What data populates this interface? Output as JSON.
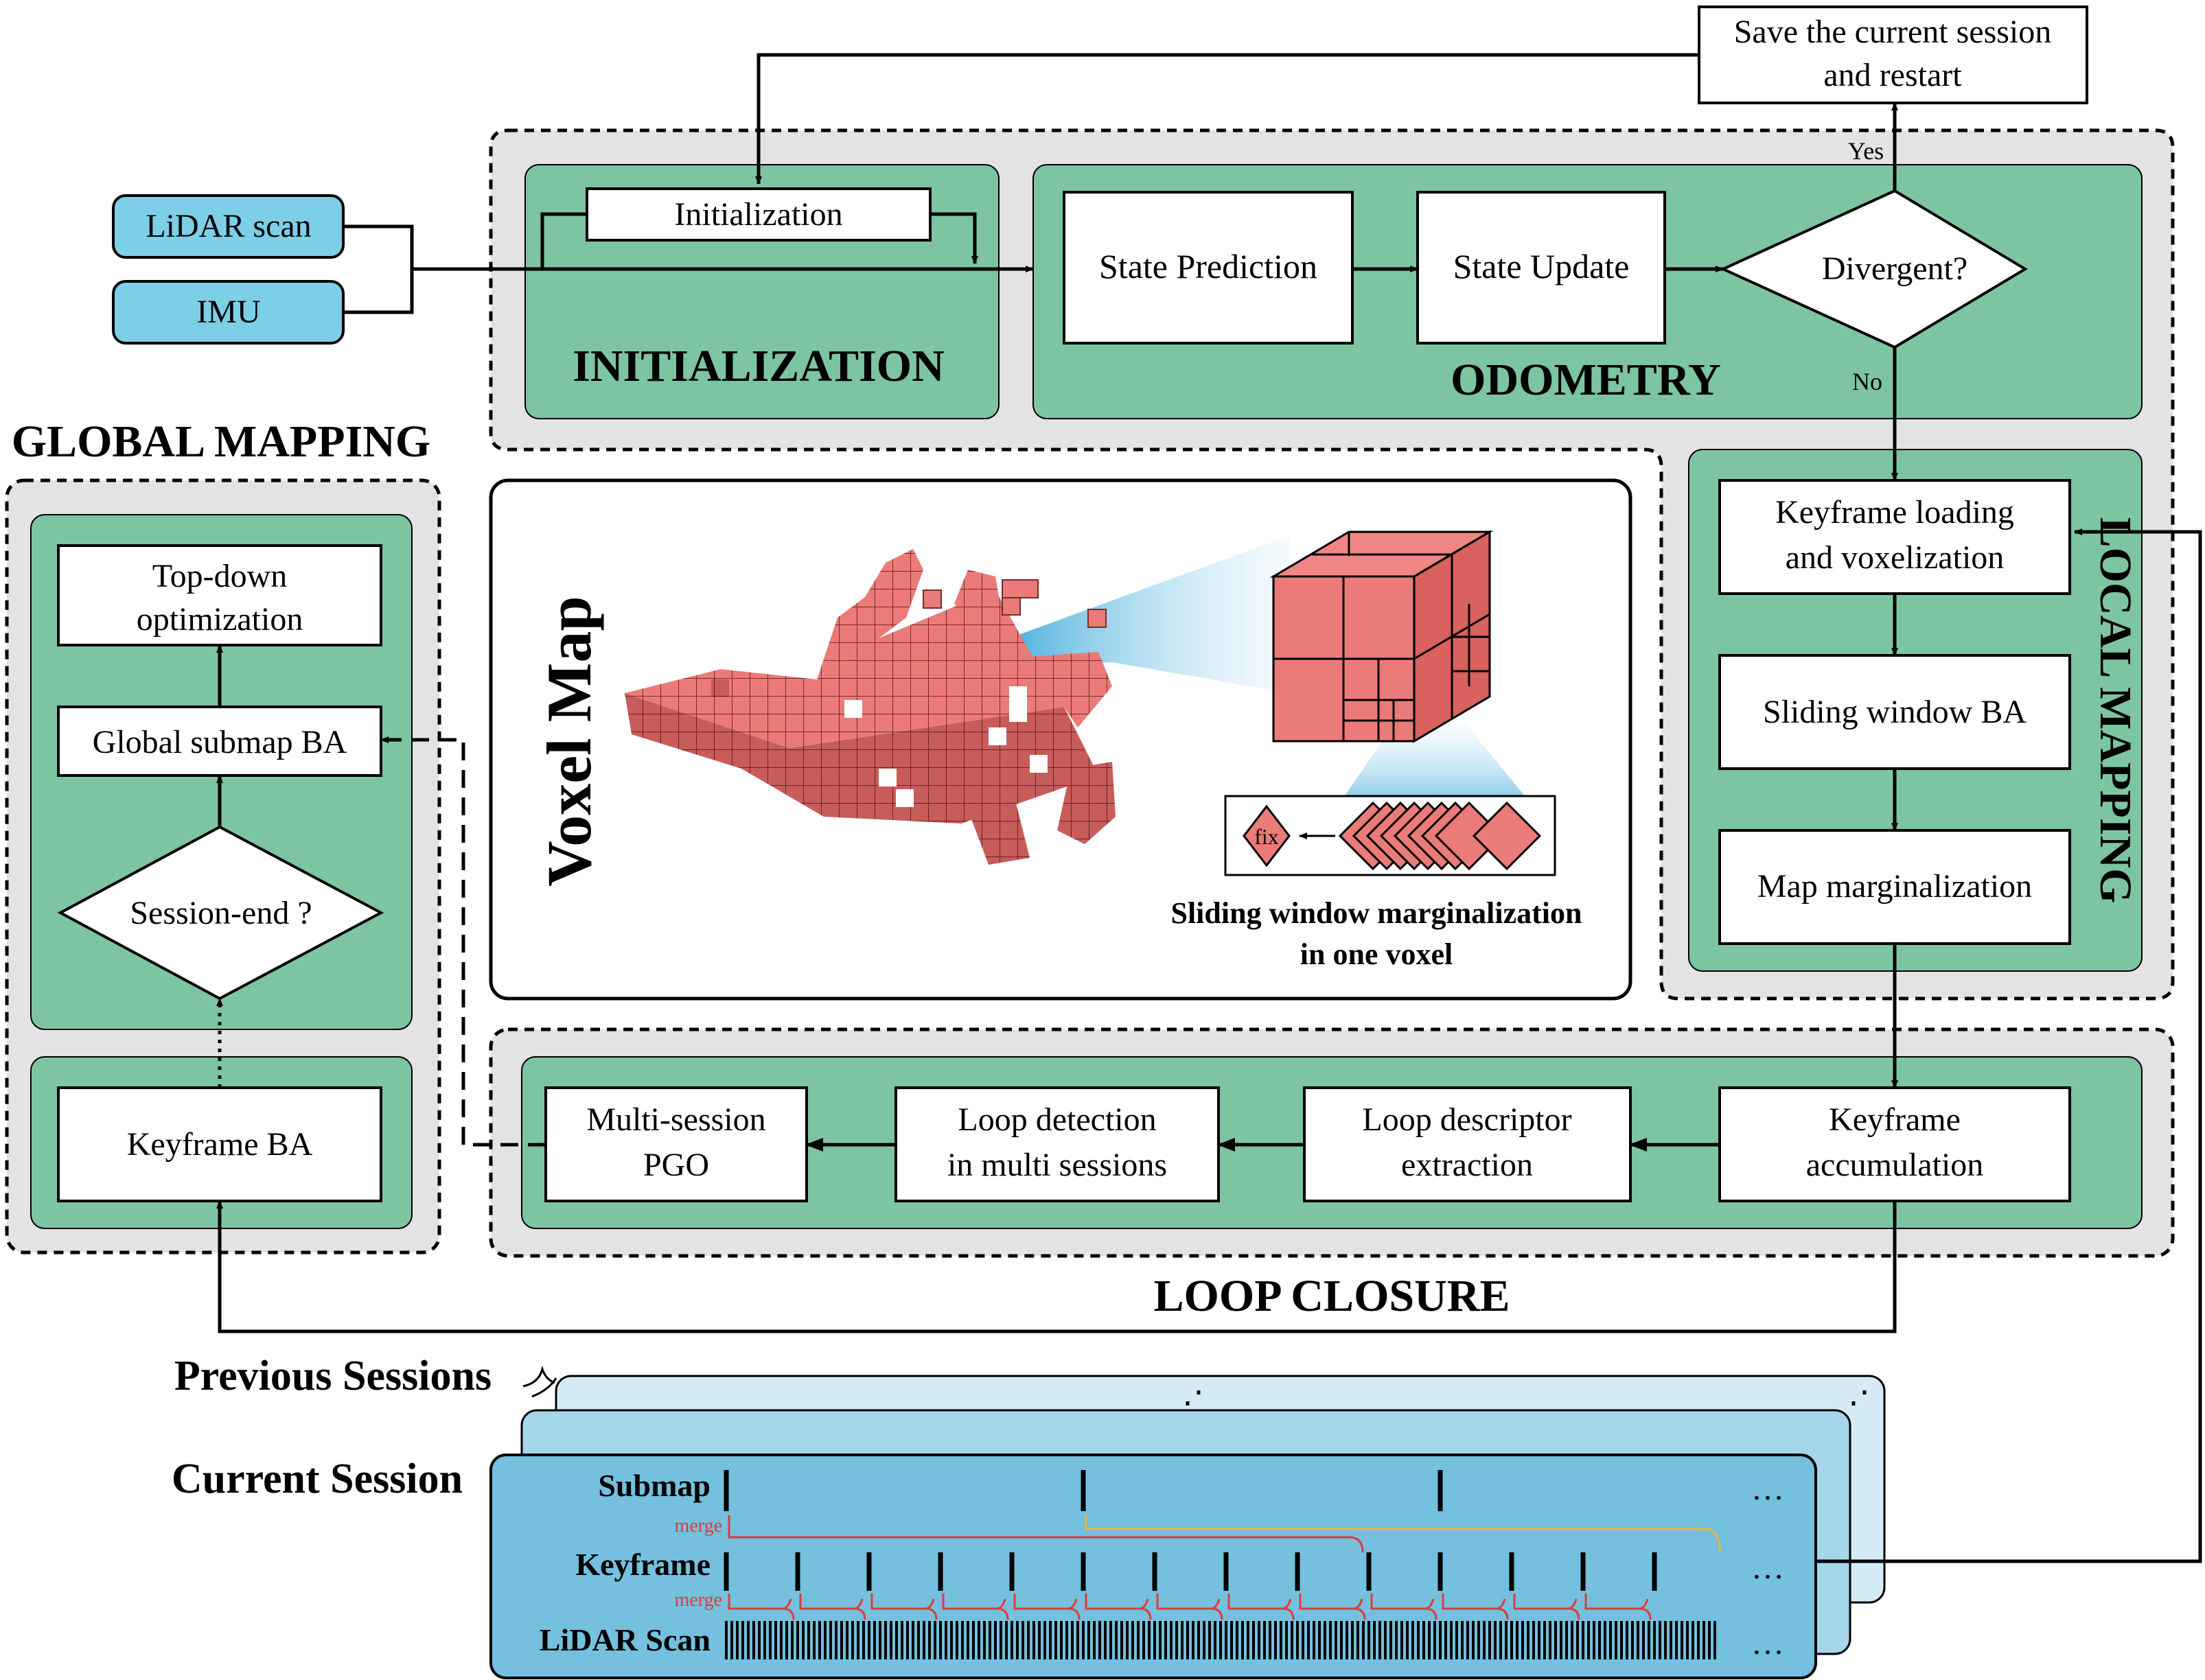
{
  "inputs": {
    "lidar_scan": "LiDAR scan",
    "imu": "IMU"
  },
  "save_restart": {
    "line1": "Save the current session",
    "line2": "and restart"
  },
  "initialization": {
    "box": "Initialization",
    "label": "INITIALIZATION"
  },
  "odometry": {
    "state_prediction": "State Prediction",
    "state_update": "State Update",
    "divergent": "Divergent?",
    "yes": "Yes",
    "no": "No",
    "label": "ODOMETRY"
  },
  "global_mapping": {
    "title": "GLOBAL MAPPING",
    "top_down_line1": "Top-down",
    "top_down_line2": "optimization",
    "global_submap_ba": "Global submap BA",
    "session_end": "Session-end ?",
    "keyframe_ba": "Keyframe BA"
  },
  "voxel_map": {
    "title": "Voxel Map",
    "fix": "fix",
    "caption_line1": "Sliding window marginalization",
    "caption_line2": "in one voxel"
  },
  "local_mapping": {
    "label": "LOCAL MAPPING",
    "keyframe_loading_line1": "Keyframe loading",
    "keyframe_loading_line2": "and voxelization",
    "sliding_window_ba": "Sliding window BA",
    "map_marginalization": "Map marginalization"
  },
  "loop_closure": {
    "label": "LOOP CLOSURE",
    "multi_session_line1": "Multi-session",
    "multi_session_line2": "PGO",
    "loop_detection_line1": "Loop detection",
    "loop_detection_line2": "in multi sessions",
    "loop_descriptor_line1": "Loop descriptor",
    "loop_descriptor_line2": "extraction",
    "keyframe_acc_line1": "Keyframe",
    "keyframe_acc_line2": "accumulation"
  },
  "sessions": {
    "previous": "Previous Sessions",
    "current": "Current Session",
    "submap": "Submap",
    "keyframe": "Keyframe",
    "lidar_scan": "LiDAR Scan",
    "merge": "merge",
    "ellipsis": "…",
    "dots": "⋰"
  },
  "colors": {
    "green": "#7dc5a0",
    "gray_panel": "#e2e3e2",
    "blue_input": "#7ccfe6",
    "session_front": "#74c0de",
    "session_mid": "#a6d6ea",
    "session_back": "#d4ebf5",
    "voxel": "#ea7b79",
    "merge_red": "#e03a3a",
    "merge_yellow": "#e8b640"
  }
}
